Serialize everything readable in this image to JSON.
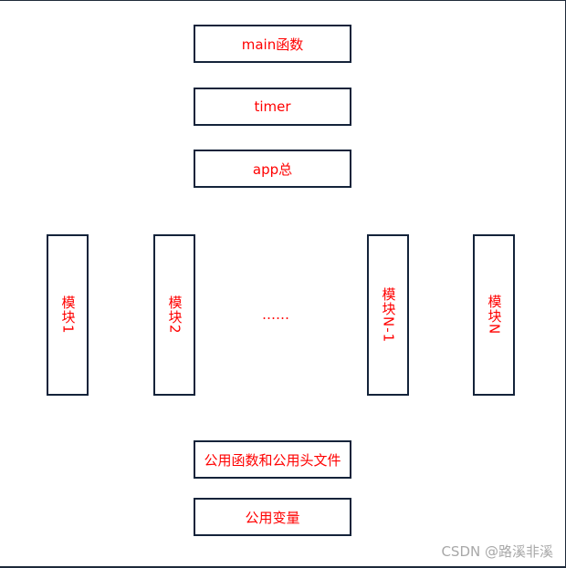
{
  "diagram": {
    "top_boxes": [
      {
        "label": "main函数"
      },
      {
        "label": "timer"
      },
      {
        "label": "app总"
      }
    ],
    "modules": [
      {
        "label": "模块1"
      },
      {
        "label": "模块2"
      },
      {
        "label": "模块N-1"
      },
      {
        "label": "模块N"
      }
    ],
    "ellipsis": "……",
    "bottom_boxes": [
      {
        "label": "公用函数和公用头文件"
      },
      {
        "label": "公用变量"
      }
    ]
  },
  "watermark": "CSDN @路溪非溪",
  "colors": {
    "text": "#ff0000",
    "border": "#14233a",
    "watermark": "#a8a8a8"
  }
}
